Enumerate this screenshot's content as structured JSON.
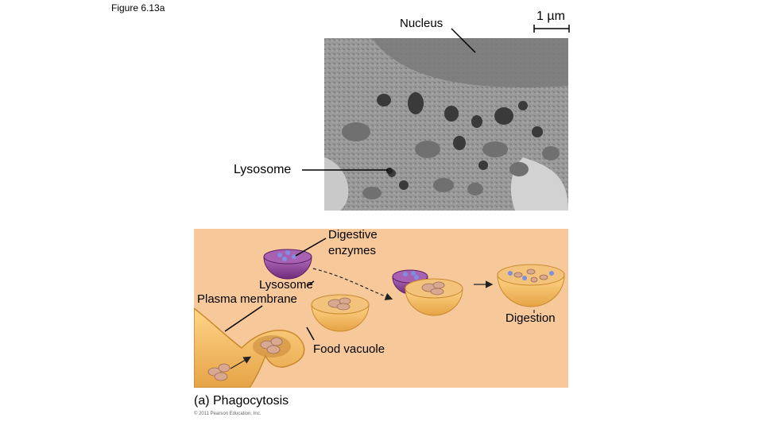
{
  "figure_label": "Figure 6.13a",
  "micrograph": {
    "nucleus_label": "Nucleus",
    "scale_label": "1 µm",
    "lysosome_label": "Lysosome"
  },
  "diagram": {
    "digestive_enzymes_label_1": "Digestive",
    "digestive_enzymes_label_2": "enzymes",
    "lysosome_label": "Lysosome",
    "plasma_membrane_label": "Plasma membrane",
    "digestion_label": "Digestion",
    "food_vacuole_label": "Food vacuole",
    "caption": "(a) Phagocytosis",
    "copyright": "© 2011 Pearson Education, Inc."
  },
  "colors": {
    "diagram_background": "#f7c99a",
    "cell_orange": "#f0b35a",
    "lysosome_purple": "#8a3f93",
    "micrograph_gray": "#8c8c8c"
  }
}
